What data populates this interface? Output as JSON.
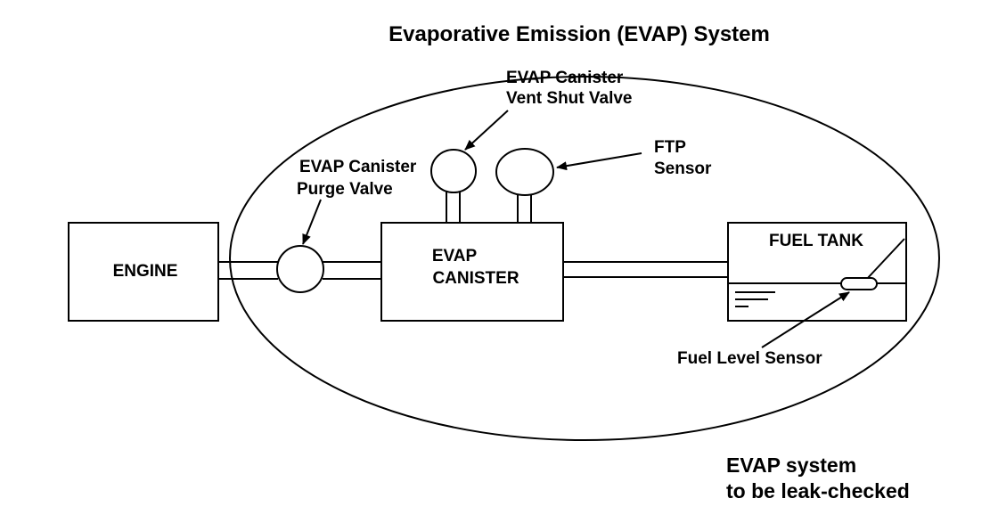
{
  "title": "Evaporative Emission (EVAP) System",
  "labels": {
    "engine": "ENGINE",
    "purge_valve_line1": "EVAP Canister",
    "purge_valve_line2": "Purge Valve",
    "vent_valve_line1": "EVAP Canister",
    "vent_valve_line2": "Vent Shut Valve",
    "ftp_line1": "FTP",
    "ftp_line2": "Sensor",
    "canister_line1": "EVAP",
    "canister_line2": "CANISTER",
    "fuel_tank": "FUEL TANK",
    "fuel_level_sensor": "Fuel Level Sensor",
    "leak_check_line1": "EVAP system",
    "leak_check_line2": "to be leak-checked"
  },
  "colors": {
    "line": "#000000",
    "background": "#ffffff"
  }
}
